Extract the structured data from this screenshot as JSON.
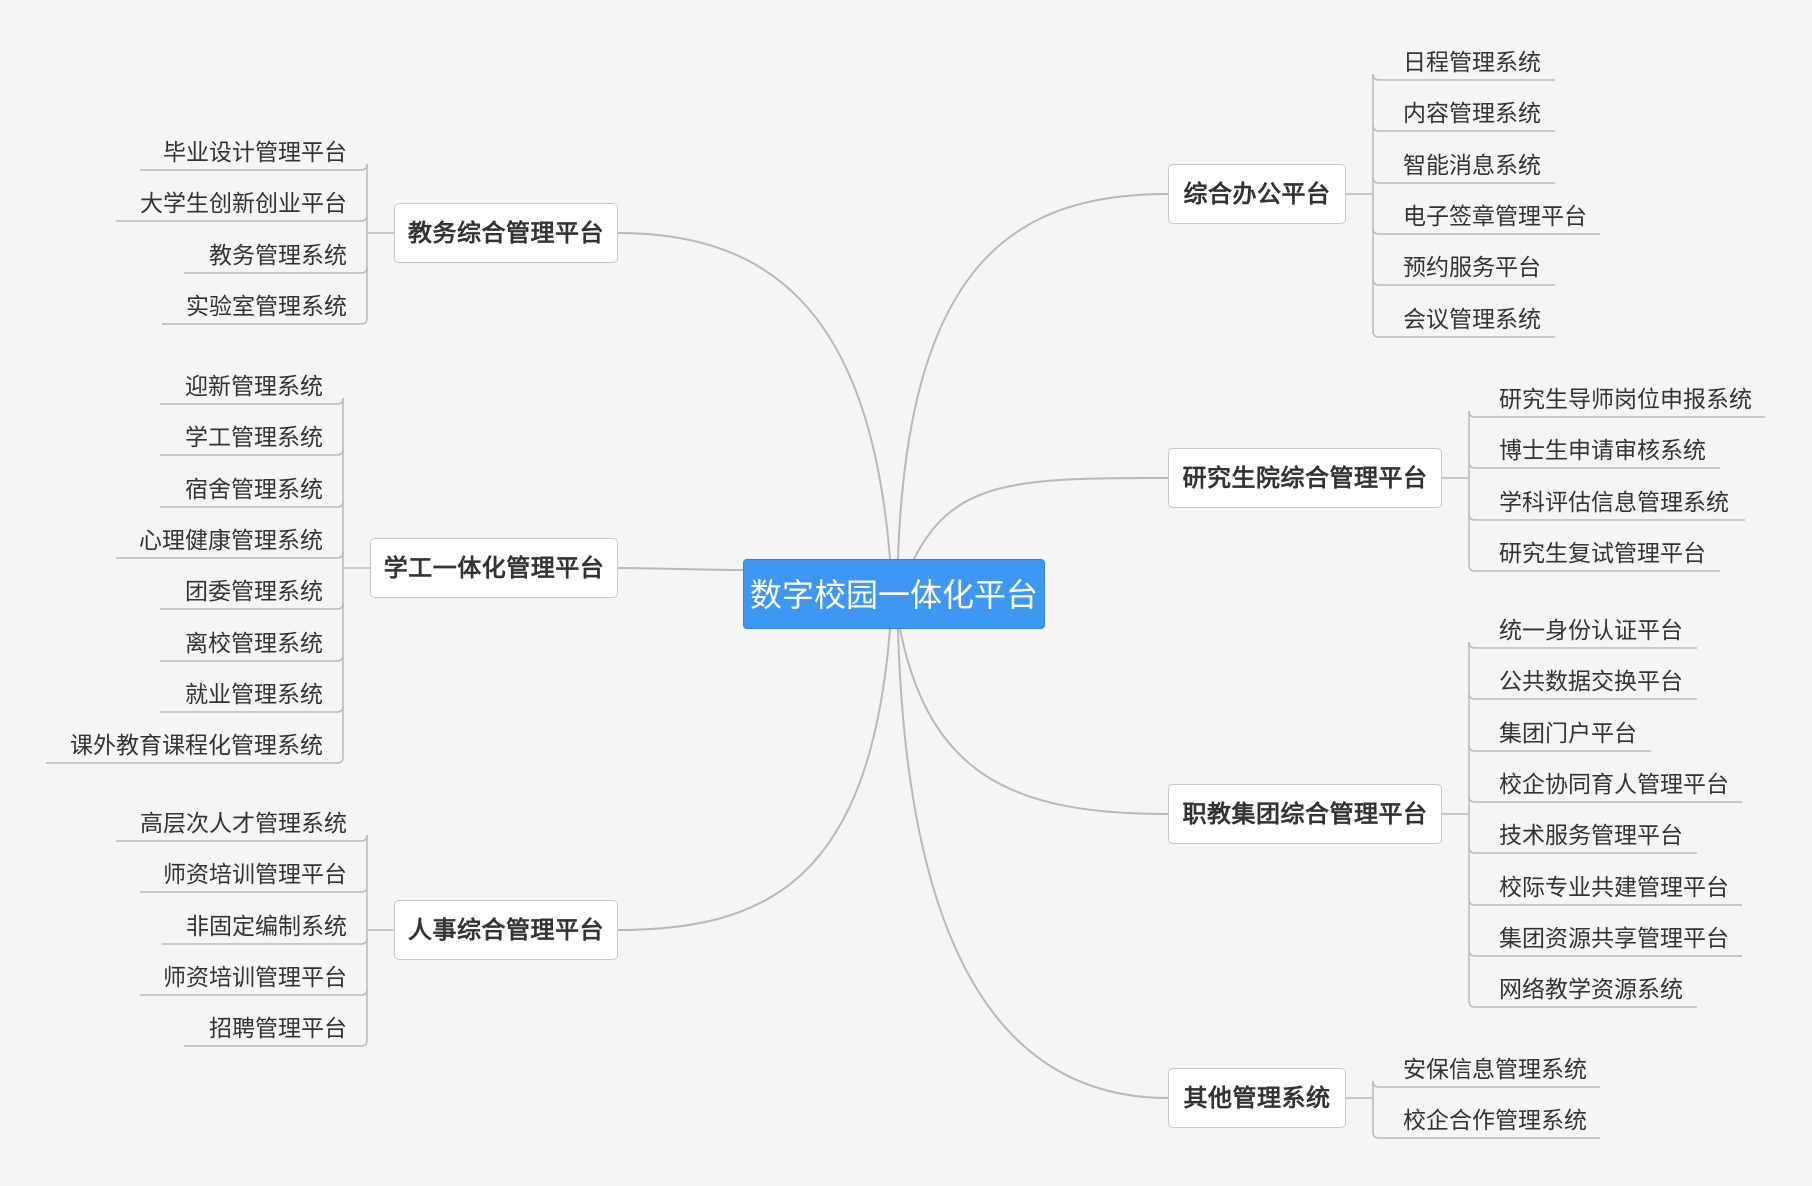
{
  "root": {
    "label": "数字校园一体化平台",
    "color": "#3d97f3"
  },
  "left_branches": [
    {
      "label": "教务综合管理平台",
      "items": [
        "毕业设计管理平台",
        "大学生创新创业平台",
        "教务管理系统",
        "实验室管理系统"
      ]
    },
    {
      "label": "学工一体化管理平台",
      "items": [
        "迎新管理系统",
        "学工管理系统",
        "宿舍管理系统",
        "心理健康管理系统",
        "团委管理系统",
        "离校管理系统",
        "就业管理系统",
        "课外教育课程化管理系统"
      ]
    },
    {
      "label": "人事综合管理平台",
      "items": [
        "高层次人才管理系统",
        "师资培训管理平台",
        "非固定编制系统",
        "师资培训管理平台",
        "招聘管理平台"
      ]
    }
  ],
  "right_branches": [
    {
      "label": "综合办公平台",
      "items": [
        "日程管理系统",
        "内容管理系统",
        "智能消息系统",
        "电子签章管理平台",
        "预约服务平台",
        "会议管理系统"
      ]
    },
    {
      "label": "研究生院综合管理平台",
      "items": [
        "研究生导师岗位申报系统",
        "博士生申请审核系统",
        "学科评估信息管理系统",
        "研究生复试管理平台"
      ]
    },
    {
      "label": "职教集团综合管理平台",
      "items": [
        "统一身份认证平台",
        "公共数据交换平台",
        "集团门户平台",
        "校企协同育人管理平台",
        "技术服务管理平台",
        "校际专业共建管理平台",
        "集团资源共享管理平台",
        "网络教学资源系统"
      ]
    },
    {
      "label": "其他管理系统",
      "items": [
        "安保信息管理系统",
        "校企合作管理系统"
      ]
    }
  ]
}
